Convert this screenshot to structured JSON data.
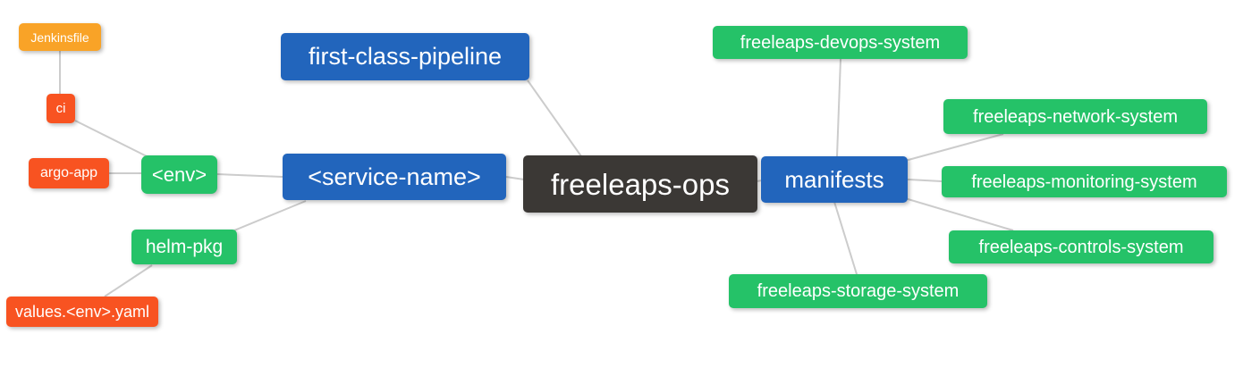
{
  "diagram": {
    "type": "mindmap",
    "root_label": "freeleaps-ops"
  },
  "colors": {
    "blue": "#2265BC",
    "green": "#25C268",
    "orange": "#F9A327",
    "red": "#F85321",
    "dark": "#3B3835",
    "edge": "#CCCCCC",
    "node_text": "#FFFFFF"
  },
  "nodes": {
    "jenkinsfile": {
      "label": "Jenkinsfile",
      "color": "orange"
    },
    "ci": {
      "label": "ci",
      "color": "red"
    },
    "argo_app": {
      "label": "argo-app",
      "color": "red"
    },
    "env": {
      "label": "<env>",
      "color": "green"
    },
    "helm_pkg": {
      "label": "helm-pkg",
      "color": "green"
    },
    "values_env_yaml": {
      "label": "values.<env>.yaml",
      "color": "red"
    },
    "first_class_pipeline": {
      "label": "first-class-pipeline",
      "color": "blue"
    },
    "service_name": {
      "label": "<service-name>",
      "color": "blue"
    },
    "freeleaps_ops": {
      "label": "freeleaps-ops",
      "color": "dark"
    },
    "manifests": {
      "label": "manifests",
      "color": "blue"
    },
    "devops_system": {
      "label": "freeleaps-devops-system",
      "color": "green"
    },
    "network_system": {
      "label": "freeleaps-network-system",
      "color": "green"
    },
    "monitoring_system": {
      "label": "freeleaps-monitoring-system",
      "color": "green"
    },
    "controls_system": {
      "label": "freeleaps-controls-system",
      "color": "green"
    },
    "storage_system": {
      "label": "freeleaps-storage-system",
      "color": "green"
    }
  },
  "edges": [
    {
      "from": "Jenkinsfile",
      "to": "ci"
    },
    {
      "from": "ci",
      "to": "<env>"
    },
    {
      "from": "argo-app",
      "to": "<env>"
    },
    {
      "from": "<env>",
      "to": "<service-name>"
    },
    {
      "from": "helm-pkg",
      "to": "<service-name>"
    },
    {
      "from": "values.<env>.yaml",
      "to": "helm-pkg"
    },
    {
      "from": "first-class-pipeline",
      "to": "freeleaps-ops"
    },
    {
      "from": "<service-name>",
      "to": "freeleaps-ops"
    },
    {
      "from": "freeleaps-ops",
      "to": "manifests"
    },
    {
      "from": "manifests",
      "to": "freeleaps-devops-system"
    },
    {
      "from": "manifests",
      "to": "freeleaps-network-system"
    },
    {
      "from": "manifests",
      "to": "freeleaps-monitoring-system"
    },
    {
      "from": "manifests",
      "to": "freeleaps-controls-system"
    },
    {
      "from": "manifests",
      "to": "freeleaps-storage-system"
    }
  ]
}
